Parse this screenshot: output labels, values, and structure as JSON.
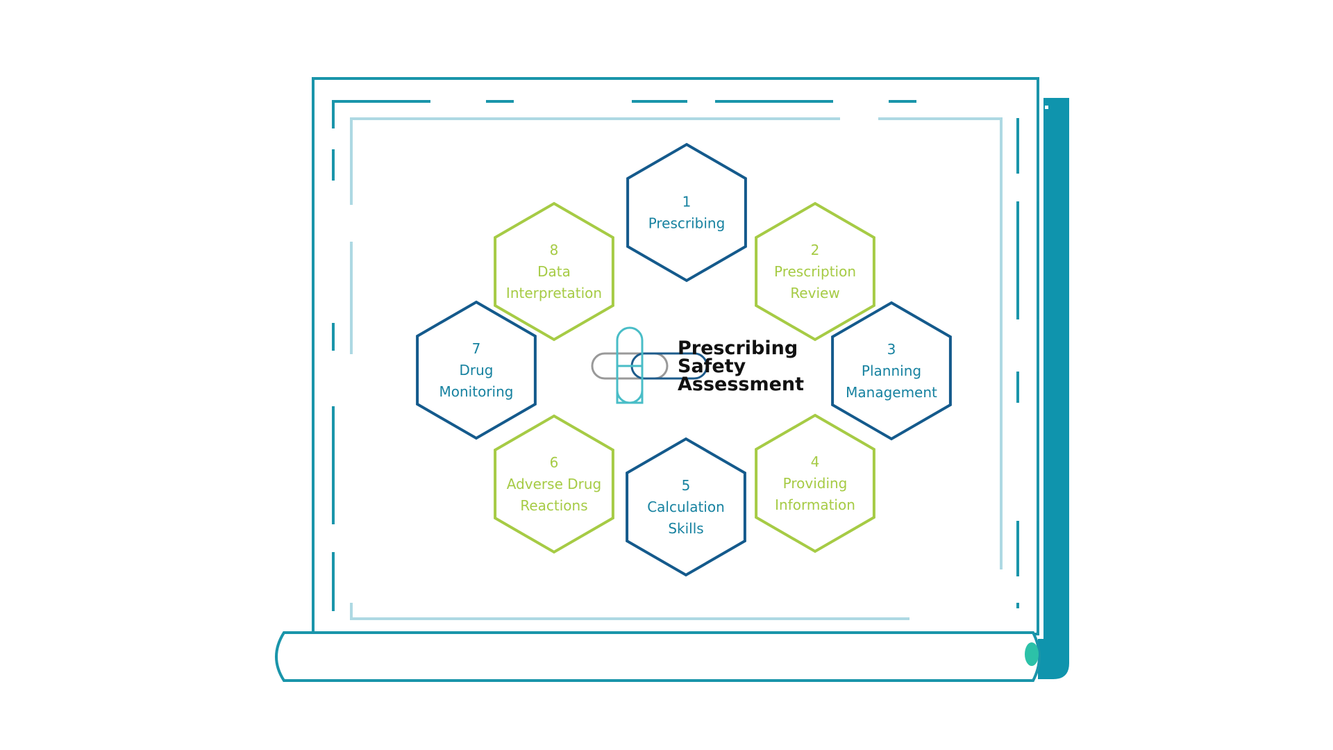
{
  "colors": {
    "frame": "#1a95aa",
    "frame_light": "#aed9e3",
    "navy": "#145a8c",
    "green": "#a6cb45",
    "teal_text": "#1782a0",
    "roll_fill": "#0f94ad",
    "roll_end": "#2cc1a8",
    "logo_gray": "#999999",
    "logo_navy": "#1d5b8b",
    "logo_teal": "#49bdc7"
  },
  "logo": {
    "line1": "Prescribing",
    "line2": "Safety",
    "line3": "Assessment"
  },
  "hexagons": [
    {
      "number": "1",
      "lines": [
        "Prescribing"
      ],
      "style": "navy"
    },
    {
      "number": "2",
      "lines": [
        "Prescription",
        "Review"
      ],
      "style": "green"
    },
    {
      "number": "3",
      "lines": [
        "Planning",
        "Management"
      ],
      "style": "navy"
    },
    {
      "number": "4",
      "lines": [
        "Providing",
        "Information"
      ],
      "style": "green"
    },
    {
      "number": "5",
      "lines": [
        "Calculation",
        "Skills"
      ],
      "style": "navy"
    },
    {
      "number": "6",
      "lines": [
        "Adverse Drug",
        "Reactions"
      ],
      "style": "green"
    },
    {
      "number": "7",
      "lines": [
        "Drug",
        "Monitoring"
      ],
      "style": "navy"
    },
    {
      "number": "8",
      "lines": [
        "Data",
        "Interpretation"
      ],
      "style": "green"
    }
  ]
}
